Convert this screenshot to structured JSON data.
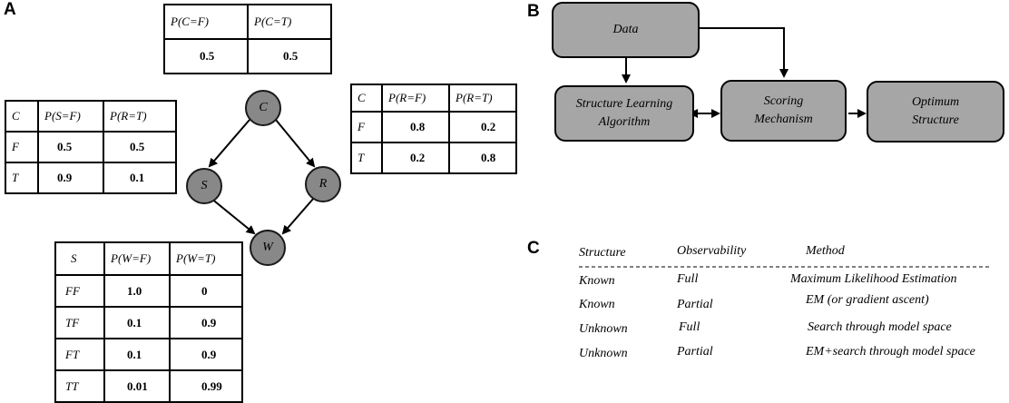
{
  "panels": {
    "a": "A",
    "b": "B",
    "c": "C"
  },
  "bayes_net": {
    "nodes": {
      "c": "C",
      "s": "S",
      "r": "R",
      "w": "W"
    },
    "table_c": {
      "headers": [
        "P(C=F)",
        "P(C=T)"
      ],
      "rows": [
        [
          "0.5",
          "0.5"
        ]
      ]
    },
    "table_s": {
      "headers": [
        "C",
        "P(S=F)",
        "P(R=T)"
      ],
      "rows": [
        [
          "F",
          "0.5",
          "0.5"
        ],
        [
          "T",
          "0.9",
          "0.1"
        ]
      ]
    },
    "table_r": {
      "headers": [
        "C",
        "P(R=F)",
        "P(R=T)"
      ],
      "rows": [
        [
          "F",
          "0.8",
          "0.2"
        ],
        [
          "T",
          "0.2",
          "0.8"
        ]
      ]
    },
    "table_w": {
      "headers": [
        "S",
        "P(W=F)",
        "P(W=T)"
      ],
      "rows": [
        [
          "FF",
          "1.0",
          "0"
        ],
        [
          "TF",
          "0.1",
          "0.9"
        ],
        [
          "FT",
          "0.1",
          "0.9"
        ],
        [
          "TT",
          "0.01",
          "0.99"
        ]
      ]
    }
  },
  "flow": {
    "data": "Data",
    "structure_learning": "Structure Learning Algorithm",
    "scoring": "Scoring Mechanism",
    "optimum": "Optimum Structure"
  },
  "learning_table": {
    "headers": [
      "Structure",
      "Observability",
      "Method"
    ],
    "rows": [
      [
        "Known",
        "Full",
        "Maximum Likelihood Estimation"
      ],
      [
        "Known",
        "Partial",
        "EM (or gradient ascent)"
      ],
      [
        "Unknown",
        "Full",
        "Search through model space"
      ],
      [
        "Unknown",
        "Partial",
        "EM+search through model space"
      ]
    ]
  }
}
